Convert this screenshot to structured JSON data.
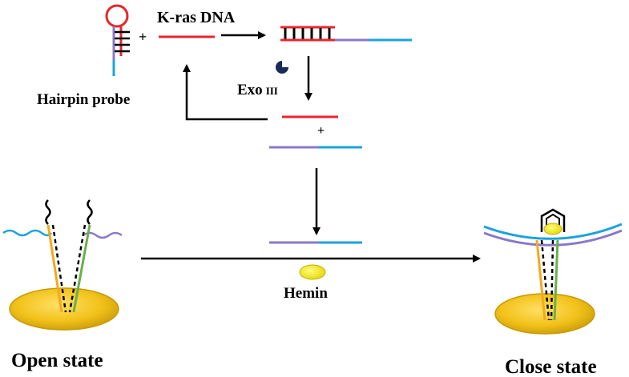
{
  "labels": {
    "kras_dna": "K-ras DNA",
    "hairpin_probe": "Hairpin probe",
    "exo": "Exo",
    "exo_roman": "III",
    "hemin": "Hemin",
    "open_state": "Open state",
    "close_state": "Close state",
    "plus": "+"
  },
  "colors": {
    "red": "#e8262c",
    "blue": "#1aa3dc",
    "purple": "#8b78c8",
    "orange": "#f5a81e",
    "green": "#6ab04c",
    "gold": "#f2c21a",
    "gold_edge": "#c89a08",
    "hemin_yellow": "#f5e600",
    "navy": "#1b2b57",
    "black": "#000000"
  },
  "icons": {
    "arrow": "arrow-icon",
    "hemin": "hemin-oval-icon",
    "exo_enzyme": "pacman-enzyme-icon",
    "gold_surface": "gold-electrode-icon"
  }
}
